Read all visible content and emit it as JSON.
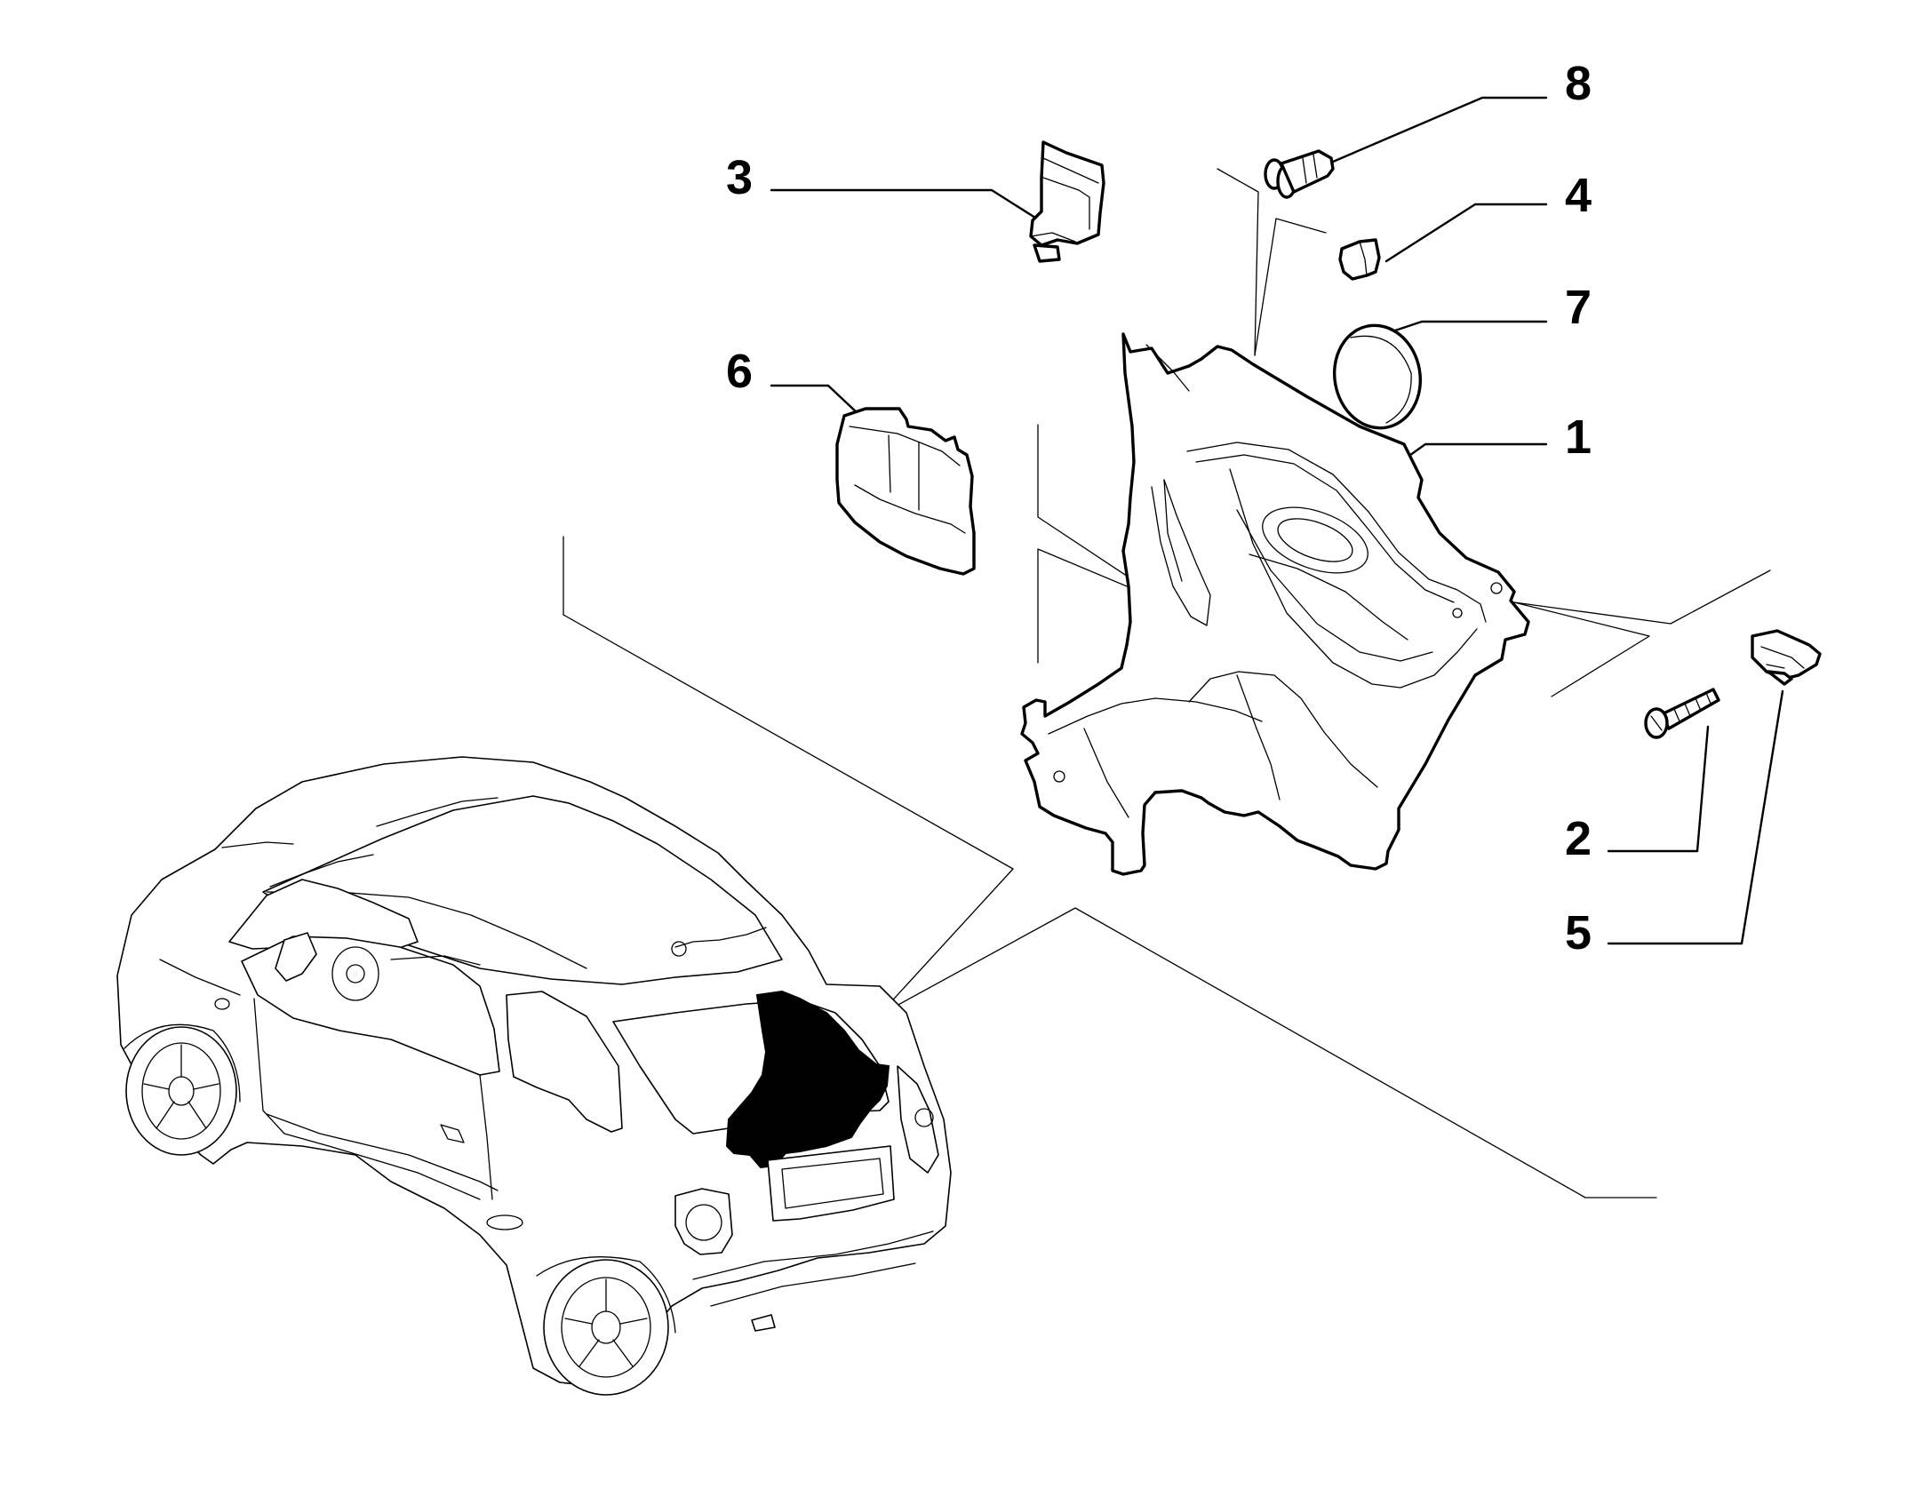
{
  "callouts": [
    {
      "id": "8",
      "label": "8"
    },
    {
      "id": "3",
      "label": "3"
    },
    {
      "id": "4",
      "label": "4"
    },
    {
      "id": "7",
      "label": "7"
    },
    {
      "id": "6",
      "label": "6"
    },
    {
      "id": "1",
      "label": "1"
    },
    {
      "id": "2",
      "label": "2"
    },
    {
      "id": "5",
      "label": "5"
    }
  ]
}
